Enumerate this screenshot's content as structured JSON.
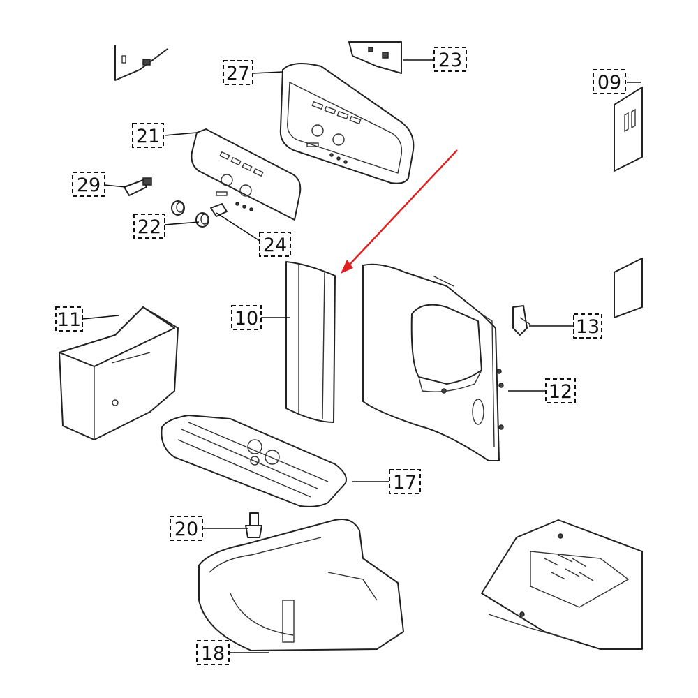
{
  "colors": {
    "line": "#222222",
    "arrow": "#e02020",
    "background": "#ffffff"
  },
  "callouts": [
    {
      "id": "c27",
      "label": "27"
    },
    {
      "id": "c23",
      "label": "23"
    },
    {
      "id": "c09",
      "label": "09"
    },
    {
      "id": "c21",
      "label": "21"
    },
    {
      "id": "c29",
      "label": "29"
    },
    {
      "id": "c22",
      "label": "22"
    },
    {
      "id": "c24",
      "label": "24"
    },
    {
      "id": "c11",
      "label": "11"
    },
    {
      "id": "c10",
      "label": "10"
    },
    {
      "id": "c13",
      "label": "13"
    },
    {
      "id": "c12",
      "label": "12"
    },
    {
      "id": "c17",
      "label": "17"
    },
    {
      "id": "c20",
      "label": "20"
    },
    {
      "id": "c18",
      "label": "18"
    }
  ],
  "highlight": {
    "target": "10",
    "arrow_color": "#e02020"
  }
}
